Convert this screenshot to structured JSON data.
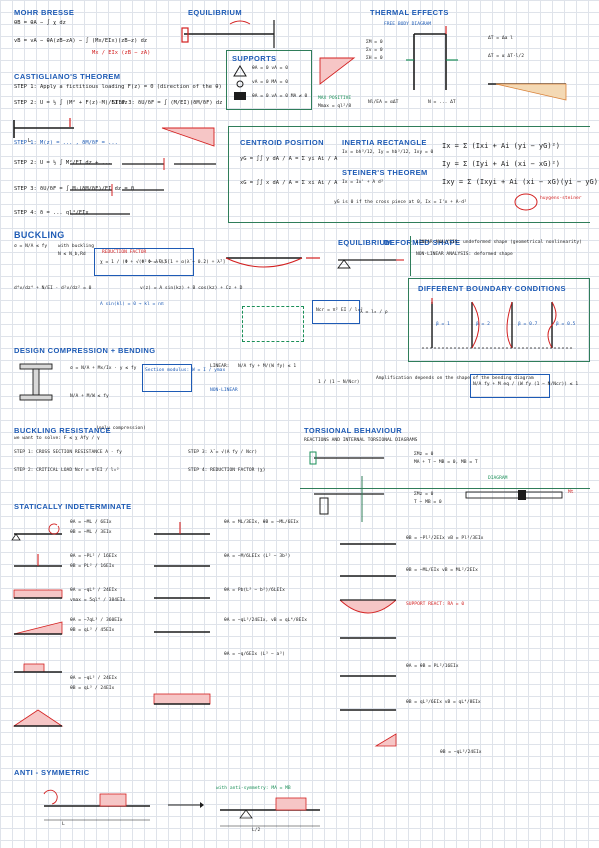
{
  "headings": {
    "mohr": "MOHR BRESSE",
    "castigliano": "CASTIGLIANO'S THEOREM",
    "thermal": "THERMAL EFFECTS",
    "supports": "SUPPORTS",
    "centroid": "CENTROID POSITION",
    "inertia": "INERTIA RECTANGLE",
    "steiner": "STEINER'S THEOREM",
    "buckling": "BUCKLING",
    "equilibrium": "EQUILIBRIUM",
    "deformed": "DEFORMED SHAPE",
    "boundary": "DIFFERENT BOUNDARY CONDITIONS",
    "design": "DESIGN COMPRESSION + BENDING",
    "resistance": "BUCKLING RESISTANCE",
    "torsion": "TORSIONAL BEHAVIOUR",
    "indeterminate": "STATICALLY INDETERMINATE",
    "antisym": "ANTI - SYMMETRIC"
  },
  "mohr": {
    "eq1": "θB = θA − ∫ χ dz",
    "eq2": "vB = vA − θA(zB−zA) − ∫ (Mx/EIx)(zB−z) dz",
    "eq3": "Mx / EIx (zB − zA)"
  },
  "castigliano": {
    "step1": "STEP 1: Apply a fictitious loading F(z) = 0 (direction of the θ)",
    "step2": "STEP 2: U = ½ ∫ (M² + F(z)·M)/EI dz",
    "step2b": "STEP 3: δU/δF = ∫ (M/EI)(δM/δF) dz",
    "steps": [
      "STEP 1:  M(z) = ... ,  δM/δF = ...",
      "STEP 2:  U = ½ ∫ M²/EI dz + ...",
      "STEP 3:  δU/δF = ∫ M·(δM/δF)/EI dz = 0",
      "STEP 4:  δ = ... ql⁴/EIx"
    ]
  },
  "thermal": {
    "label": "FREE BODY DIAGRAM",
    "eq1": "ΣM = 0",
    "eq2": "Σv = 0",
    "eq3": "ΣH = 0",
    "r1": "ΔT = Δα l",
    "r2": "ΔT = α ΔT·l/2",
    "r3": "Nl/EA = αΔT",
    "r4": "N = ... ΔT"
  },
  "supports": {
    "rows": [
      "θA = 0   vA = 0",
      "vA = 0   MA = 0",
      "θA = 0   vA = 0   MA ≠ 0"
    ],
    "note": "MAX POSITIVE",
    "note2": "Mmax = ql²/8"
  },
  "centroid": {
    "yg": "yG = ∫∫ y dA / A = Σ yi Ai / A",
    "xg": "xG = ∫∫ x dA / A = Σ xi Ai / A",
    "note": "yG is 0 if the cross piece at 0,  Ix = I'x + A·d²"
  },
  "inertia": {
    "eq1": "Ix = bh³/12,  Iy = hb³/12,  Ixy = 0",
    "steiner": "Ix = Ix' + A d²",
    "big1": "Ix = Σ (Ixi + Ai (yi − yG)²)",
    "big2": "Iy = Σ (Iyi + Ai (xi − xG)²)",
    "big3": "Ixy = Σ (Ixyi + Ai (xi − xG)(yi − yG))",
    "tag": "huygens-steiner"
  },
  "buckling": {
    "eq1": "σ = N/A ≤ fy",
    "eq2": "with buckling",
    "eq3": "N ≤ N_b,Rd",
    "factor": "REDUCTION FACTOR",
    "chi": "χ = 1 / (Φ + √(Φ² − λ̄²))",
    "phi": "Φ = 0.5[1 + α(λ̄ − 0.2) + λ̄²]",
    "deq1": "d⁴v/dz⁴ + N/EI · d²v/dz² = 0",
    "deq2": "v(z) = A sin(kz) + B cos(kz) + Cz + D",
    "ncr": "Ncr = π² EI / l₀²",
    "sol": "A sin(kl) = 0  →  kl = nπ",
    "linear": "LINEAR ANALYSIS: undeformed shape (geometrical nonlinearity)",
    "nonlinear": "NON-LINEAR ANALYSIS: deformed shape",
    "lambda": "λ = l₀ / ρ",
    "cases": [
      "β = 1",
      "β = 2",
      "β = 0.7",
      "β = 0.5"
    ]
  },
  "design": {
    "eq1": "σ = N/A + Mx/Ix · y ≤ fy",
    "eq2": "N/A + M/W ≤ fy",
    "linear": "LINEAR:",
    "lin_eq": "N/A fy + M/(W fy) ≤ 1",
    "nonlin": "NON-LINEAR",
    "note": "Section modulus: W = I / ymax",
    "note2": "Amplification depends on the shape of the bending diagram",
    "amp": "1 / (1 − N/Ncr)",
    "boxed": "N/A fy + M eq / (W fy (1 − N/Ncr)) ≤ 1"
  },
  "resistance": {
    "sub": "(only compression)",
    "goal": "we want to solve: F ≤ χ Afy / γ",
    "s1": "STEP 1: CROSS SECTION RESISTANCE  A · fy",
    "s2": "STEP 2: CRITICAL LOAD  Ncr = π²EI / l₀²",
    "s3": "STEP 3: λ̄ = √(A fy / Ncr)",
    "s4": "STEP 4: REDUCTION FACTOR (χ)"
  },
  "torsion": {
    "sub": "REACTIONS AND INTERNAL TORSIONAL DIAGRAMS",
    "e1": "ΣMz = 0",
    "e2": "MA + T − MB = 0,  MB = T",
    "e3": "ΣMz = 0",
    "e4": "T − MB = 0",
    "tag": "DIAGRAM",
    "mt": "Mt"
  },
  "indeterminate": {
    "cases": [
      {
        "theta": "θA = −ML / 6EIx",
        "v": "θB = −ML / 3EIx"
      },
      {
        "theta": "θA = −PL² / 16EIx",
        "v": "θB = PL² / 16EIx"
      },
      {
        "theta": "θA = −qL³ / 24EIx",
        "v": "vmax = 5ql⁴ / 384EIx"
      },
      {
        "theta": "θA = −7qL³ / 360EIx",
        "v": "θB = qL³ / 45EIx"
      },
      {
        "theta": "θA = −qL³ / 24EIx",
        "v": "θB = qL³ / 24EIx"
      }
    ],
    "mid": [
      "θA = ML/3EIx,  θB = −ML/6EIx",
      "θA = −M/6LEIx (L² − 3b²)",
      "θA = Pb(L² − b²)/6LEIx",
      "θA = −qL³/24EIx,  vB = qL⁴/8EIx",
      "θA = −q/6EIx (L³ − a³)"
    ],
    "right": [
      "θB = −Pl²/2EIx   vB = Pl³/3EIx",
      "θB = −ML/EIx   vB = ML²/2EIx",
      "SUPPORT REACT: RA = 0",
      "θA = θB = PL²/16EIx",
      "θB = qL³/6EIx   vB = qL⁴/8EIx",
      "θB = −qL³/24EIx"
    ]
  },
  "antisym": {
    "note": "with anti-symmetry:  MA = MB",
    "l1": "L",
    "l2": "L/2"
  }
}
